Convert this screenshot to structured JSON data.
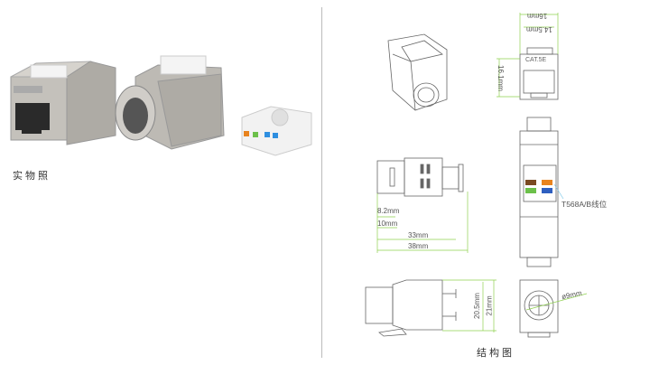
{
  "photo_section": {
    "caption": "实物照"
  },
  "drawing_section": {
    "caption": "结构图",
    "front_label": "CAT.5E",
    "dimensions": {
      "width_outer": "16mm",
      "width_inner": "14.5mm",
      "height_front": "16.1mm",
      "depth_a": "8.2mm",
      "depth_b": "10mm",
      "length_body": "33mm",
      "length_total": "38mm",
      "height_side": "20.5mm",
      "height_total": "21mm",
      "cable_diameter": "ø9mm"
    },
    "wiring_label": "T568A/B线位"
  },
  "colors": {
    "dimension_line": "#8fd14f",
    "leader": "#7fc8e8",
    "metal": "#b9b6b0",
    "wire_orange": "#e8831e",
    "wire_brown": "#7a4a22",
    "wire_green": "#6cc04a",
    "wire_blue": "#2f5fc0"
  }
}
